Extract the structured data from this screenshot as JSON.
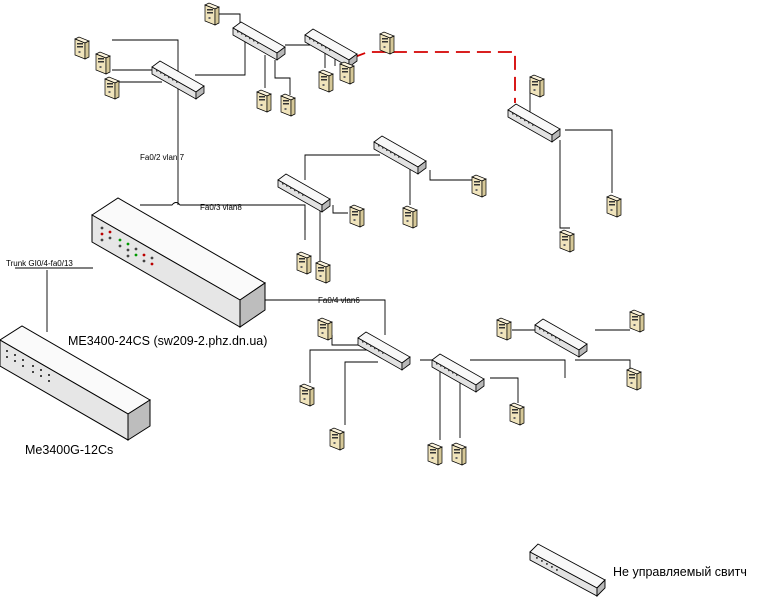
{
  "labels": {
    "port_fa02": "Fa0/2 vlan 7",
    "port_fa03": "Fa0/3 vlan8",
    "port_fa04": "Fa0/4 vlan6",
    "trunk": "Trunk GI0/4-fa0/13",
    "core_switch": "ME3400-24CS (sw209-2.phz.dn.ua)",
    "aggregation_switch": "Me3400G-12Cs",
    "legend": "Не управляемый свитч"
  },
  "colors": {
    "line": "#000000",
    "dashed_link": "#d40000",
    "device_fill": "#e6e6e6",
    "pc_fill": "#f2e6c0"
  },
  "icons": {
    "managed_switch": "managed-switch-icon",
    "unmanaged_switch": "unmanaged-switch-icon",
    "pc": "pc-tower-icon"
  }
}
